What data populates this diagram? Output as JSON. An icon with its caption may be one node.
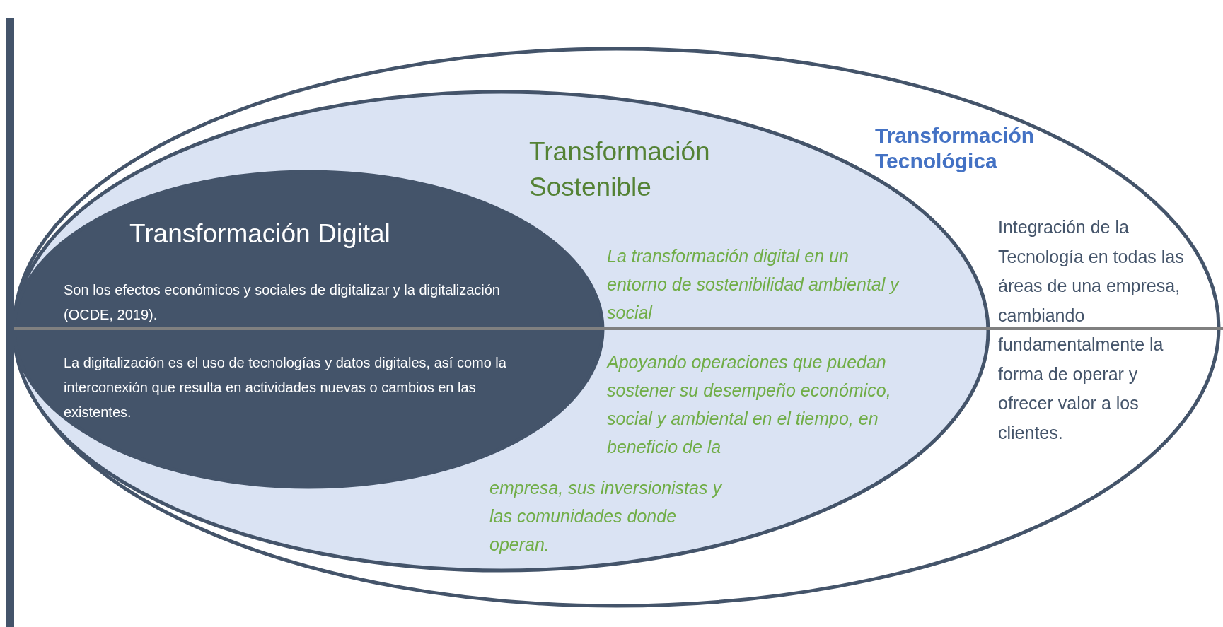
{
  "diagram": {
    "nodes": [
      {
        "text": [
          "Transformación Tecnológica",
          "Integración de la Tecnología en todas las áreas de una empresa, cambiando fundamentalmente la forma de operar y ofrecer valor a los clientes."
        ]
      },
      {
        "text": [
          "Transformación Sostenible",
          "La transformación digital en un entorno de sostenibilidad ambiental y social",
          "Apoyando operaciones que puedan sostener su desempeño económico, social y ambiental en el tiempo, en beneficio de la",
          "empresa, sus inversionistas y las comunidades donde operan."
        ],
        "in": 0
      },
      {
        "text": [
          "Transformación Digital",
          "Son los efectos económicos y sociales de digitalizar y la digitalización (OCDE, 2019).",
          "La digitalización es el uso de tecnologías y datos digitales, así como la interconexión que resulta en actividades nuevas o cambios en las existentes."
        ],
        "in": 1
      }
    ]
  }
}
